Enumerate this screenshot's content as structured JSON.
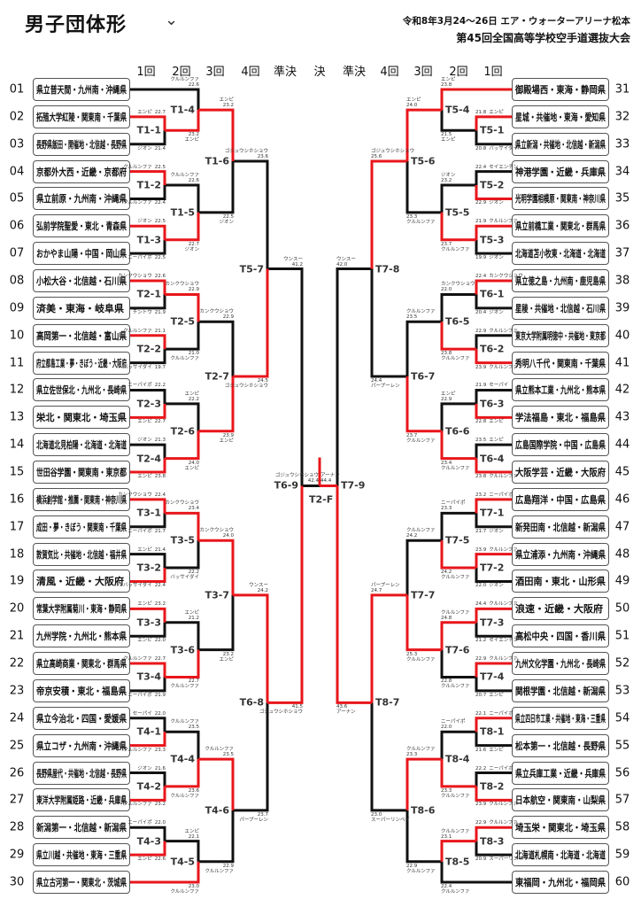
{
  "header": {
    "title": "男子団体形",
    "date_venue": "令和8年3月24～26日 エア・ウォーターアリーナ松本",
    "tournament": "第45回全国高等学校空手道選抜大会"
  },
  "rounds": [
    "1回",
    "2回",
    "3回",
    "4回",
    "準決",
    "決",
    "準決",
    "4回",
    "3回",
    "2回",
    "1回"
  ],
  "colors": {
    "win": "#e8161b",
    "lose": "#111111"
  },
  "teams": [
    {
      "no": "01",
      "name": "県立普天間・九州南・沖縄県"
    },
    {
      "no": "02",
      "name": "拓殖大学紅陵・関東南・千葉県"
    },
    {
      "no": "03",
      "name": "長野県飯田・開催地・北信越・長野県"
    },
    {
      "no": "04",
      "name": "京都外大西・近畿・京都府"
    },
    {
      "no": "05",
      "name": "県立前原・九州南・沖縄県"
    },
    {
      "no": "06",
      "name": "弘前学院聖愛・東北・青森県"
    },
    {
      "no": "07",
      "name": "おかやま山陽・中国・岡山県"
    },
    {
      "no": "08",
      "name": "小松大谷・北信越・石川県"
    },
    {
      "no": "09",
      "name": "済美・東海・岐阜県"
    },
    {
      "no": "10",
      "name": "高岡第一・北信越・富山県"
    },
    {
      "no": "11",
      "name": "府立都島工業・夢・きぼう・近畿・大阪府"
    },
    {
      "no": "12",
      "name": "県立佐世保北・九州北・長崎県"
    },
    {
      "no": "13",
      "name": "栄北・関東北・埼玉県"
    },
    {
      "no": "14",
      "name": "北海道北見柏陽・北海道・北海道"
    },
    {
      "no": "15",
      "name": "世田谷学園・関東南・東京都"
    },
    {
      "no": "16",
      "name": "横浜創学館・推薦・関東南・神奈川県"
    },
    {
      "no": "17",
      "name": "成田・夢・きぼう・関東南・千葉県"
    },
    {
      "no": "18",
      "name": "敦賀気比・共催地・北信越・福井県"
    },
    {
      "no": "19",
      "name": "清風・近畿・大阪府"
    },
    {
      "no": "20",
      "name": "常葉大学附属菊川・東海・静岡県"
    },
    {
      "no": "21",
      "name": "九州学院・九州北・熊本県"
    },
    {
      "no": "22",
      "name": "県立高崎商業・関東北・群馬県"
    },
    {
      "no": "23",
      "name": "帝京安積・東北・福島県"
    },
    {
      "no": "24",
      "name": "県立今治北・四国・愛媛県"
    },
    {
      "no": "25",
      "name": "県立コザ・九州南・沖縄県"
    },
    {
      "no": "26",
      "name": "長野県屋代・共催地・北信越・長野県"
    },
    {
      "no": "27",
      "name": "東洋大学附属姫路・近畿・兵庫県"
    },
    {
      "no": "28",
      "name": "新潟第一・北信越・新潟県"
    },
    {
      "no": "29",
      "name": "県立川越・共催地・東海・三重県"
    },
    {
      "no": "30",
      "name": "県立古河第一・関東北・茨城県"
    },
    {
      "no": "31",
      "name": "御殿場西・東海・静岡県"
    },
    {
      "no": "32",
      "name": "星城・共催地・東海・愛知県"
    },
    {
      "no": "33",
      "name": "県立新潟・共催地・北信越・新潟県"
    },
    {
      "no": "34",
      "name": "神港学園・近畿・兵庫県"
    },
    {
      "no": "35",
      "name": "光明学園相模原・関東南・神奈川県"
    },
    {
      "no": "36",
      "name": "県立前橋工業・関東北・群馬県"
    },
    {
      "no": "37",
      "name": "北海道苫小牧東・北海道・北海道"
    },
    {
      "no": "38",
      "name": "県立徳之島・九州南・鹿児島県"
    },
    {
      "no": "39",
      "name": "星稜・共催地・北信越・石川県"
    },
    {
      "no": "40",
      "name": "東京大学附属明徳中・共催地・東京都"
    },
    {
      "no": "41",
      "name": "秀明八千代・関東南・千葉県"
    },
    {
      "no": "42",
      "name": "県立熊本工業・九州北・熊本県"
    },
    {
      "no": "43",
      "name": "学法福島・東北・福島県"
    },
    {
      "no": "44",
      "name": "広島国際学院・中国・広島県"
    },
    {
      "no": "45",
      "name": "大阪学芸・近畿・大阪府"
    },
    {
      "no": "46",
      "name": "広島翔洋・中国・広島県"
    },
    {
      "no": "47",
      "name": "新発田南・北信越・新潟県"
    },
    {
      "no": "48",
      "name": "県立浦添・九州南・沖縄県"
    },
    {
      "no": "49",
      "name": "酒田南・東北・山形県"
    },
    {
      "no": "50",
      "name": "浪速・近畿・大阪府"
    },
    {
      "no": "51",
      "name": "高松中央・四国・香川県"
    },
    {
      "no": "52",
      "name": "九州文化学園・九州北・長崎県"
    },
    {
      "no": "53",
      "name": "関根学園・北信越・新潟県"
    },
    {
      "no": "54",
      "name": "県立四日市工業・共催地・東海・三重県"
    },
    {
      "no": "55",
      "name": "松本第一・北信越・長野県"
    },
    {
      "no": "56",
      "name": "県立兵庫工業・近畿・兵庫県"
    },
    {
      "no": "57",
      "name": "日本航空・関東南・山梨県"
    },
    {
      "no": "58",
      "name": "埼玉栄・関東北・埼玉県"
    },
    {
      "no": "59",
      "name": "北海道札幌南・北海道・北海道"
    },
    {
      "no": "60",
      "name": "東福岡・九州北・福岡県"
    }
  ],
  "matches": {
    "T1-1": {
      "top": {
        "tech": "エンピ",
        "score": "22.7"
      },
      "bottom": {
        "tech": "ジオン",
        "score": "21.4"
      },
      "winner": "top"
    },
    "T1-2": {
      "top": {
        "tech": "クルルンファ",
        "score": "22.5"
      },
      "bottom": {
        "tech": "クルルンファ",
        "score": "22.4"
      },
      "winner": "top"
    },
    "T1-3": {
      "top": {
        "tech": "ジオン",
        "score": "22.5"
      },
      "bottom": {
        "tech": "ニーパイポ",
        "score": "22.5"
      },
      "winner": "top"
    },
    "T1-4": {
      "top": {
        "tech": "クルルンファ",
        "score": "22.6"
      },
      "bottom": {
        "tech": "エンピ",
        "score": "23.2"
      },
      "winner": "bottom"
    },
    "T1-5": {
      "top": {
        "tech": "クルルンファ",
        "score": "22.6"
      },
      "bottom": {
        "tech": "ジオン",
        "score": "22.7"
      },
      "winner": "bottom"
    },
    "T1-6": {
      "top": {
        "tech": "エンピ",
        "score": "23.2"
      },
      "bottom": {
        "tech": "ジオン",
        "score": "22.5"
      },
      "winner": "top"
    },
    "T2-1": {
      "top": {
        "tech": "カンクウショウ",
        "score": "22.6"
      },
      "bottom": {
        "tech": "チントウ",
        "score": "21.9"
      },
      "winner": "top"
    },
    "T2-2": {
      "top": {
        "tech": "クルルンファ",
        "score": "21.1"
      },
      "bottom": {
        "tech": "バッサイダイ",
        "score": "19.7"
      },
      "winner": "top"
    },
    "T2-3": {
      "top": {
        "tech": "ニーパイポ",
        "score": "22.2"
      },
      "bottom": {
        "tech": "エンピ",
        "score": "22.7"
      },
      "winner": "bottom"
    },
    "T2-4": {
      "top": {
        "tech": "ジオン",
        "score": "21.3"
      },
      "bottom": {
        "tech": "エンピ",
        "score": "23.8"
      },
      "winner": "bottom"
    },
    "T2-5": {
      "top": {
        "tech": "カンクウショウ",
        "score": "22.9"
      },
      "bottom": {
        "tech": "クルルンファ",
        "score": "21.0"
      },
      "winner": "top"
    },
    "T2-6": {
      "top": {
        "tech": "エンピ",
        "score": "22.2"
      },
      "bottom": {
        "tech": "エンピ",
        "score": "24.0"
      },
      "winner": "bottom"
    },
    "T2-7": {
      "top": {
        "tech": "カンクウショウ",
        "score": "22.9"
      },
      "bottom": {
        "tech": "エンピ",
        "score": "23.9"
      },
      "winner": "bottom"
    },
    "T5-7": {
      "top": {
        "tech": "ゴジュウシホショウ",
        "score": "23.6"
      },
      "bottom": {
        "tech": "ゴジュウシホショウ",
        "score": "24.5"
      },
      "winner": "bottom"
    },
    "T3-1": {
      "top": {
        "tech": "カンクウショウ",
        "score": "22.4"
      },
      "bottom": {
        "tech": "ニーパイポ",
        "score": "21.7"
      },
      "winner": "top"
    },
    "T3-2": {
      "top": {
        "tech": "エンピ",
        "score": "21.4"
      },
      "bottom": {
        "tech": "バッサイダイ",
        "score": "22.4"
      },
      "winner": "bottom"
    },
    "T3-3": {
      "top": {
        "tech": "エンピ",
        "score": "23.2"
      },
      "bottom": {
        "tech": "エンピ",
        "score": "22.0"
      },
      "winner": "top"
    },
    "T3-4": {
      "top": {
        "tech": "クルルンファ",
        "score": "22.7"
      },
      "bottom": {
        "tech": "ニーパイポ",
        "score": "21.9"
      },
      "winner": "top"
    },
    "T3-5": {
      "top": {
        "tech": "カンクウショウ",
        "score": "23.4"
      },
      "bottom": {
        "tech": "バッサイダイ",
        "score": "22.2"
      },
      "winner": "top"
    },
    "T3-6": {
      "top": {
        "tech": "エンピ",
        "score": "21.2"
      },
      "bottom": {
        "tech": "クルルンファ",
        "score": "22.7"
      },
      "winner": "bottom"
    },
    "T3-7": {
      "top": {
        "tech": "カンクウショウ",
        "score": "24.0"
      },
      "bottom": {
        "tech": "エンピ",
        "score": "23.2"
      },
      "winner": "top"
    },
    "T4-1": {
      "top": {
        "tech": "セーパイ",
        "score": "22.0"
      },
      "bottom": {
        "tech": "クルルンファ",
        "score": "23.3"
      },
      "winner": "bottom"
    },
    "T4-2": {
      "top": {
        "tech": "ジオン",
        "score": "21.6"
      },
      "bottom": {
        "tech": "クルルンファ",
        "score": "23.2"
      },
      "winner": "bottom"
    },
    "T4-3": {
      "top": {
        "tech": "ニーパイポ",
        "score": "22.0"
      },
      "bottom": {
        "tech": "エンピ",
        "score": "22.6"
      },
      "winner": "bottom"
    },
    "T4-4": {
      "top": {
        "tech": "クルルンファ",
        "score": "23.5"
      },
      "bottom": {
        "tech": "クルルンファ",
        "score": "23.6"
      },
      "winner": "bottom"
    },
    "T4-5": {
      "top": {
        "tech": "エンピ",
        "score": "22.1"
      },
      "bottom": {
        "tech": "クルルンファ",
        "score": "23.0"
      },
      "winner": "bottom"
    },
    "T4-6": {
      "top": {
        "tech": "クルルンファ",
        "score": "23.5"
      },
      "bottom": {
        "tech": "クルルンファ",
        "score": "22.9"
      },
      "winner": "top"
    },
    "T6-8": {
      "top": {
        "tech": "ウンスー",
        "score": "24.2"
      },
      "bottom": {
        "tech": "パープーレン",
        "score": "23.7"
      },
      "winner": "top"
    },
    "T6-9": {
      "top": {
        "tech": "ウンスー",
        "score": "41.2"
      },
      "bottom": {
        "tech": "ゴジュウシホショウ",
        "score": "41.5"
      },
      "winner": "bottom"
    },
    "T5-1": {
      "top": {
        "tech": "エンピ",
        "score": "21.8"
      },
      "bottom": {
        "tech": "バッサイダイ",
        "score": "20.8"
      },
      "winner": "top"
    },
    "T5-4": {
      "top": {
        "tech": "エンピ",
        "score": "23.8"
      },
      "bottom": {
        "tech": "エンピ",
        "score": "21.5"
      },
      "winner": "top"
    },
    "T5-2": {
      "top": {
        "tech": "セイエンチン",
        "score": "22.4"
      },
      "bottom": {
        "tech": "ジオン",
        "score": "22.9"
      },
      "winner": "bottom"
    },
    "T5-3": {
      "top": {
        "tech": "クルルンファ",
        "score": "21.9"
      },
      "bottom": {
        "tech": "ジオン",
        "score": "19.9"
      },
      "winner": "top"
    },
    "T5-5": {
      "top": {
        "tech": "ジオン",
        "score": "23.2"
      },
      "bottom": {
        "tech": "クルルンファ",
        "score": "23.7"
      },
      "winner": "bottom"
    },
    "T5-6": {
      "top": {
        "tech": "エンピ",
        "score": "24.0"
      },
      "bottom": {
        "tech": "クルルンファ",
        "score": "23.3"
      },
      "winner": "top"
    },
    "T6-1": {
      "top": {
        "tech": "カンクウショウ",
        "score": "22.4"
      },
      "bottom": {
        "tech": "ジオン",
        "score": "20.4"
      },
      "winner": "top"
    },
    "T6-2": {
      "top": {
        "tech": "クルルンファ",
        "score": "22.9"
      },
      "bottom": {
        "tech": "クルルンファ",
        "score": "23.9"
      },
      "winner": "bottom"
    },
    "T6-3": {
      "top": {
        "tech": "セーパイ",
        "score": "21.9"
      },
      "bottom": {
        "tech": "エンピ",
        "score": "22.8"
      },
      "winner": "bottom"
    },
    "T6-4": {
      "top": {
        "tech": "エンピ",
        "score": "23.5"
      },
      "bottom": {
        "tech": "クルルンファ",
        "score": "23.8"
      },
      "winner": "bottom"
    },
    "T6-5": {
      "top": {
        "tech": "カンクウショウ",
        "score": "22.0"
      },
      "bottom": {
        "tech": "クルルンファ",
        "score": "23.8"
      },
      "winner": "bottom"
    },
    "T6-6": {
      "top": {
        "tech": "エンピ",
        "score": "22.9"
      },
      "bottom": {
        "tech": "クルルンファ",
        "score": "23.4"
      },
      "winner": "bottom"
    },
    "T6-7": {
      "top": {
        "tech": "クルルンファ",
        "score": "23.5"
      },
      "bottom": {
        "tech": "クルルンファ",
        "score": "23.7"
      },
      "winner": "bottom"
    },
    "T7-8": {
      "top": {
        "tech": "ゴジュウシホショウ",
        "score": "25.6"
      },
      "bottom": {
        "tech": "パープーレン",
        "score": "24.4"
      },
      "winner": "top"
    },
    "T7-1": {
      "top": {
        "tech": "ニーパイポ",
        "score": "23.2"
      },
      "bottom": {
        "tech": "ジオン",
        "score": "21.7"
      },
      "winner": "top"
    },
    "T7-2": {
      "top": {
        "tech": "クルルンファ",
        "score": "23.9"
      },
      "bottom": {
        "tech": "ジオン",
        "score": "22.0"
      },
      "winner": "top"
    },
    "T7-3": {
      "top": {
        "tech": "クルルンファ",
        "score": "24.4"
      },
      "bottom": {
        "tech": "セイエンチン",
        "score": "21.2"
      },
      "winner": "top"
    },
    "T7-4": {
      "top": {
        "tech": "クルルンファ",
        "score": "22.9"
      },
      "bottom": {
        "tech": "エンピ",
        "score": "20.7"
      },
      "winner": "top"
    },
    "T7-5": {
      "top": {
        "tech": "ニーパイポ",
        "score": "23.3"
      },
      "bottom": {
        "tech": "クルルンファ",
        "score": "24.2"
      },
      "winner": "bottom"
    },
    "T7-6": {
      "top": {
        "tech": "クルルンファ",
        "score": "24.8"
      },
      "bottom": {
        "tech": "クルルンファ",
        "score": "22.8"
      },
      "winner": "top"
    },
    "T7-7": {
      "top": {
        "tech": "クルルンファ",
        "score": "24.2"
      },
      "bottom": {
        "tech": "クルルンファ",
        "score": "25.3"
      },
      "winner": "bottom"
    },
    "T8-1": {
      "top": {
        "tech": "ニーパイポ",
        "score": "22.1"
      },
      "bottom": {
        "tech": "エンピ",
        "score": "21.6"
      },
      "winner": "top"
    },
    "T8-2": {
      "top": {
        "tech": "ニーパイポ",
        "score": "22.2"
      },
      "bottom": {
        "tech": "クルルンファ",
        "score": "23.9"
      },
      "winner": "bottom"
    },
    "T8-3": {
      "top": {
        "tech": "クルルンファ",
        "score": "22.9"
      },
      "bottom": {
        "tech": "スーパーリンペイ",
        "score": "20.9"
      },
      "winner": "top"
    },
    "T8-4": {
      "top": {
        "tech": "ニーパイポ",
        "score": "22.0"
      },
      "bottom": {
        "tech": "クルルンファ",
        "score": "23.3"
      },
      "winner": "bottom"
    },
    "T8-5": {
      "top": {
        "tech": "クルルンファ",
        "score": "23.1"
      },
      "bottom": {
        "tech": "クルルンファ",
        "score": "22.4"
      },
      "winner": "top"
    },
    "T8-6": {
      "top": {
        "tech": "クルルンファ",
        "score": "23.3"
      },
      "bottom": {
        "tech": "クルルンファ",
        "score": "22.9"
      },
      "winner": "top"
    },
    "T8-7": {
      "top": {
        "tech": "パープーレン",
        "score": "24.7"
      },
      "bottom": {
        "tech": "スーパーリンペイ",
        "score": "23.0"
      },
      "winner": "top"
    },
    "T7-9": {
      "top": {
        "tech": "ウンスー",
        "score": "42.0"
      },
      "bottom": {
        "tech": "アーナン",
        "score": "43.6"
      },
      "winner": "bottom"
    }
  },
  "final": {
    "id": "T2-F",
    "left": {
      "tech": "ゴジュウシホショウ",
      "score": "42.4"
    },
    "right": {
      "tech": "アーナン",
      "score": "44.4"
    },
    "winner": "right"
  }
}
